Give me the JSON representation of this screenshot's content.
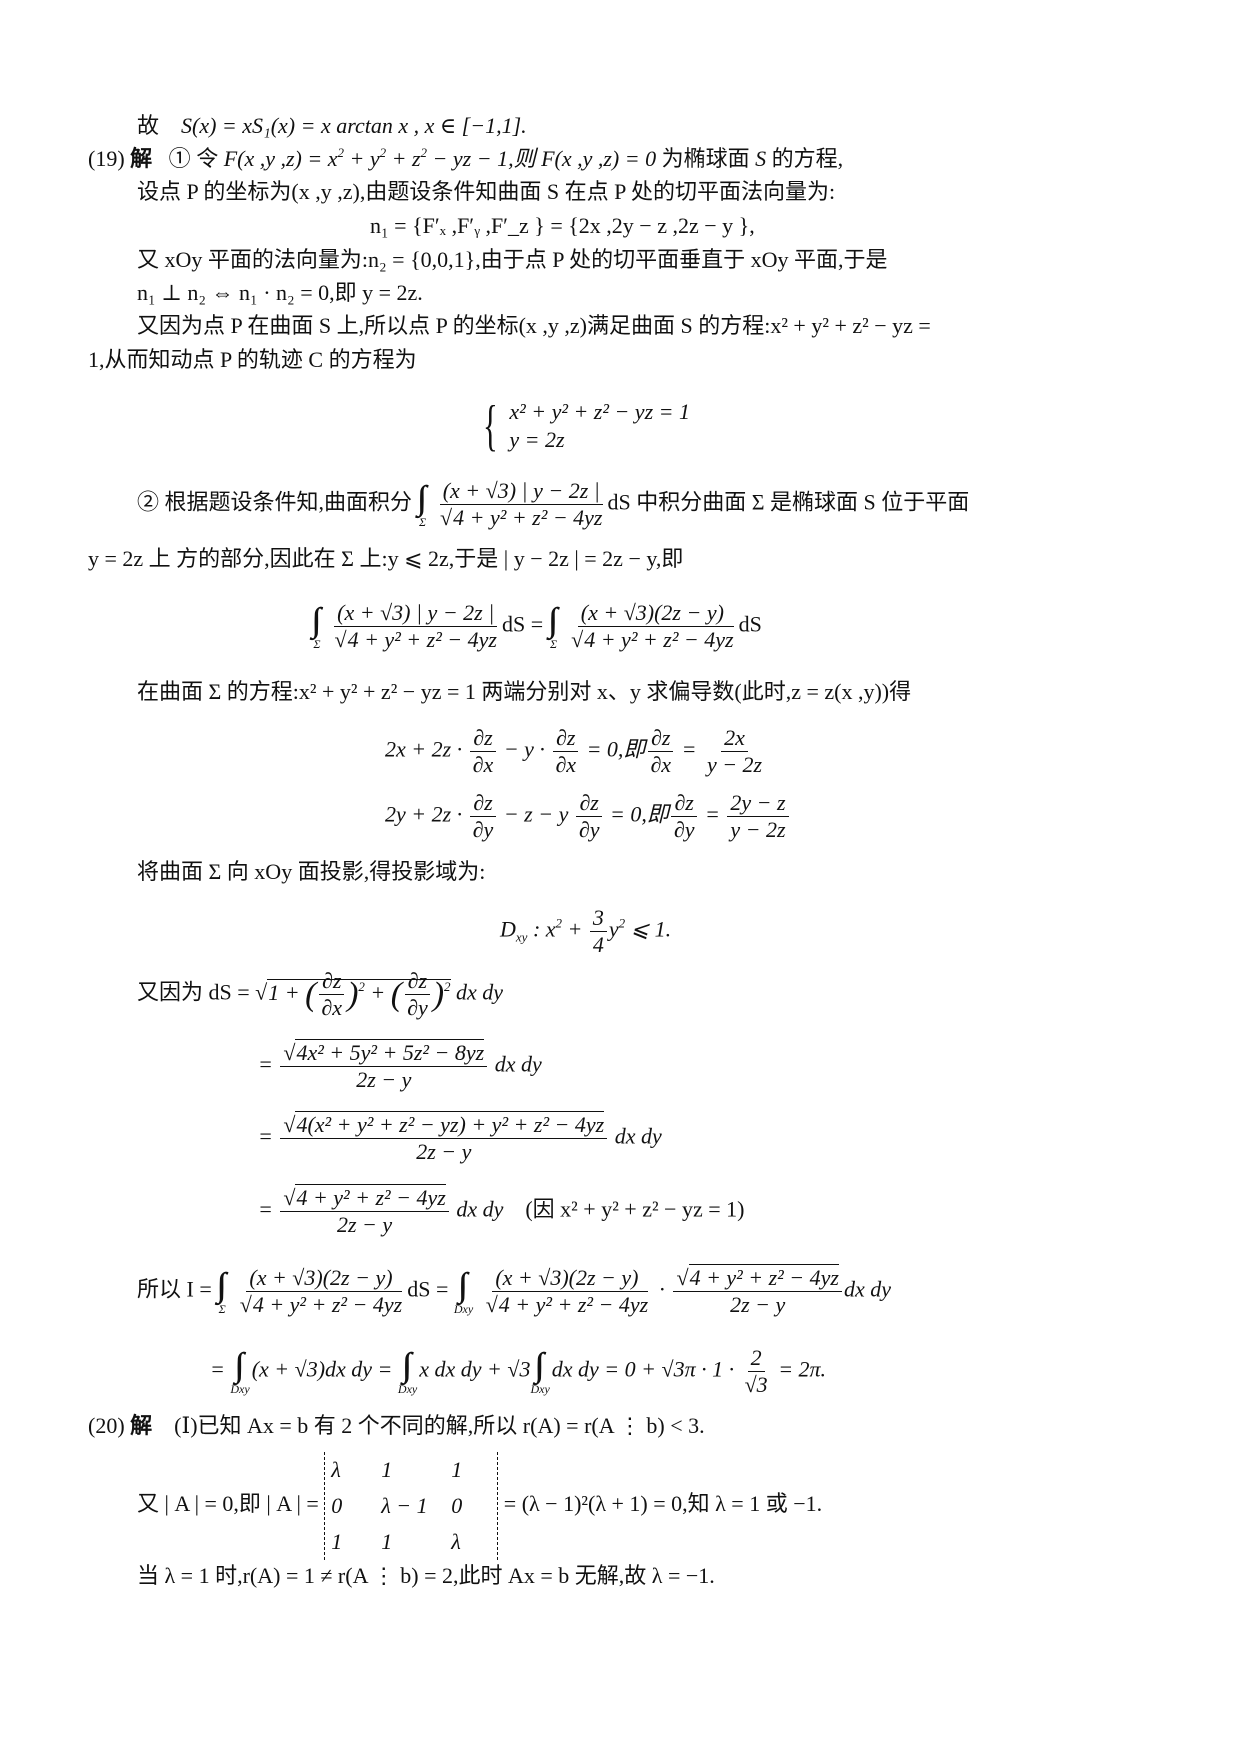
{
  "page": {
    "intro": {
      "prefix": "故",
      "formula": "S(x) = xS₁(x) = x arctan x , x ∈ [−1,1]."
    },
    "problem19": {
      "number": "(19)",
      "label": "解",
      "part1": {
        "marker": "①",
        "line1_a": "令",
        "line1_b": "为椭球面",
        "line1_c": "的方程,",
        "line2": "设点 P 的坐标为(x ,y ,z),由题设条件知曲面 S 在点 P 处的切平面法向量为:",
        "normal_vector": "n₁ = {F′ₓ ,F′ᵧ ,F′_z } = {2x ,2y − z ,2z − y },",
        "line3": "又 xOy 平面的法向量为:n₂ = {0,0,1},由于点 P 处的切平面垂直于 xOy 平面,于是",
        "line4": "n₁ ⊥ n₂ ⇔ n₁ · n₂ = 0,即 y = 2z.",
        "line5": "又因为点 P 在曲面 S 上,所以点 P 的坐标(x ,y ,z)满足曲面 S 的方程:x² + y² + z² − yz =",
        "line6": "1,从而知动点 P 的轨迹 C 的方程为",
        "system": [
          "x² + y² + z² − yz = 1",
          "y = 2z"
        ]
      },
      "part2": {
        "marker": "②",
        "line1_a": "根据题设条件知,曲面积分",
        "line1_b": "中积分曲面 Σ 是椭球面 S 位于平面",
        "integrand_num": "(x + √3) | y − 2z |",
        "integrand_den": "4 + y² + z² − 4yz",
        "line2": "y = 2z 上 方的部分,因此在 Σ 上:y ⩽ 2z,于是 | y − 2z | = 2z − y,即",
        "eq_rhs_num": "(x + √3)(2z − y)",
        "line3": "在曲面 Σ 的方程:x² + y² + z² − yz = 1 两端分别对 x、y 求偏导数(此时,z = z(x ,y))得",
        "pd_x": "2x + 2z · ∂z/∂x − y · ∂z/∂x = 0,即 ∂z/∂x = 2x/(y − 2z)",
        "pd_y": "2y + 2z · ∂z/∂y − z − y ∂z/∂y = 0,即 ∂z/∂y = (2y − z)/(y − 2z)",
        "line4": "将曲面 Σ 向 xOy 面投影,得投影域为:",
        "domain": "Dxy : x² + (3/4)y² ⩽ 1.",
        "ds_prefix": "又因为 dS =",
        "ds_step1_num": "4x² + 5y² + 5z² − 8yz",
        "ds_step2_num": "4(x² + y² + z² − yz) + y² + z² − 4yz",
        "ds_step3_num": "4 + y² + z² − 4yz",
        "ds_den": "2z − y",
        "ds_note": "(因 x² + y² + z² − yz = 1)",
        "result_prefix": "所以 I =",
        "result_line2": "= ∬(x + √3)dx dy = ∬x dx dy + √3∬dx dy = 0 + √3π · 1 · 2/√3 = 2π."
      }
    },
    "problem20": {
      "number": "(20)",
      "label": "解",
      "line1": "(Ⅰ)已知 Ax = b 有 2 个不同的解,所以 r(A) = r(A ⋮ b) < 3.",
      "det_prefix": "又 | A | = 0,即 | A | =",
      "det_rows": [
        [
          "λ",
          "1",
          "1"
        ],
        [
          "0",
          "λ − 1",
          "0"
        ],
        [
          "1",
          "1",
          "λ"
        ]
      ],
      "det_suffix": "= (λ − 1)²(λ + 1) = 0,知 λ = 1 或 −1.",
      "line3": "当 λ = 1 时,r(A) = 1 ≠ r(A ⋮ b) = 2,此时 Ax = b 无解,故 λ = −1."
    }
  }
}
